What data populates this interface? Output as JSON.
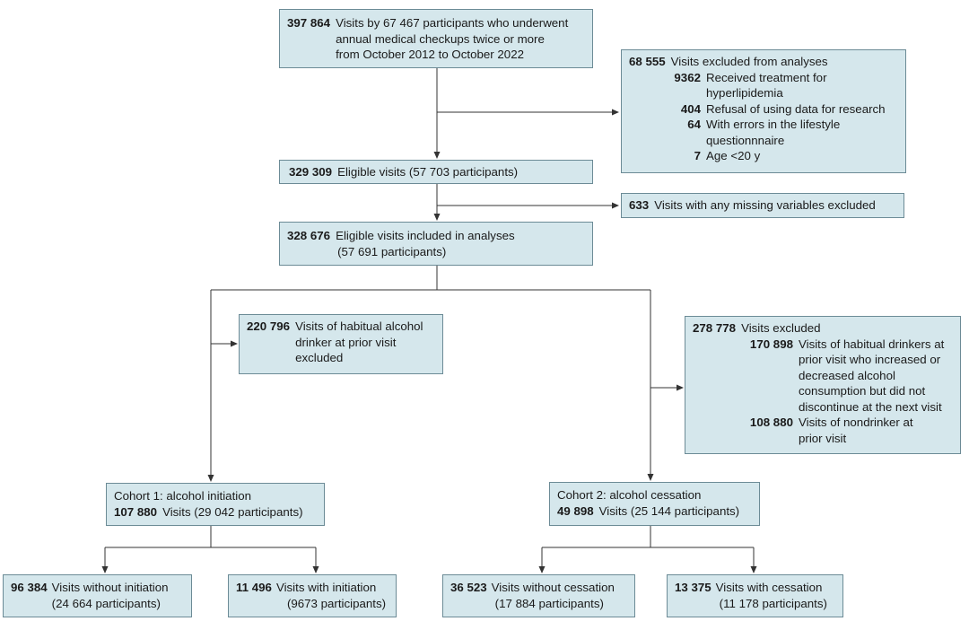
{
  "nodes": {
    "start": {
      "n": "397 864",
      "lines": [
        "Visits by 67 467 participants who underwent",
        "annual medical checkups twice or more",
        "from October 2012 to October 2022"
      ]
    },
    "excl1": {
      "n": "68 555",
      "t": "Visits excluded from analyses",
      "items": [
        {
          "n": "9362",
          "lines": [
            "Received treatment for",
            "hyperlipidemia"
          ]
        },
        {
          "n": "404",
          "lines": [
            "Refusal of using data for research"
          ]
        },
        {
          "n": "64",
          "lines": [
            "With errors in the lifestyle",
            "questionnnaire"
          ]
        },
        {
          "n": "7",
          "lines": [
            "Age <20 y"
          ]
        }
      ]
    },
    "eligible": {
      "n": "329 309",
      "t": "Eligible visits (57 703 participants)"
    },
    "missing": {
      "n": "633",
      "t": "Visits with any missing variables excluded"
    },
    "included": {
      "n": "328 676",
      "t": "Eligible visits included in analyses",
      "t2": "(57 691 participants)"
    },
    "habitual": {
      "n": "220 796",
      "lines": [
        "Visits of habitual alcohol",
        "drinker at prior visit",
        "excluded"
      ]
    },
    "excl2": {
      "n": "278 778",
      "t": "Visits excluded",
      "items": [
        {
          "n": "170 898",
          "lines": [
            "Visits of habitual drinkers at",
            "prior visit who increased or",
            "decreased alcohol",
            "consumption but did not",
            "discontinue at the next visit"
          ]
        },
        {
          "n": "108 880",
          "lines": [
            "Visits of nondrinker at",
            "prior visit"
          ]
        }
      ]
    },
    "cohort1": {
      "title": "Cohort 1: alcohol initiation",
      "n": "107 880",
      "t": "Visits (29 042 participants)"
    },
    "cohort2": {
      "title": "Cohort 2: alcohol cessation",
      "n": "49 898",
      "t": "Visits (25 144 participants)"
    },
    "c1a": {
      "n": "96 384",
      "t": "Visits without initiation",
      "t2": "(24 664 participants)"
    },
    "c1b": {
      "n": "11 496",
      "t": "Visits with initiation",
      "t2": "(9673 participants)"
    },
    "c2a": {
      "n": "36 523",
      "t": "Visits without cessation",
      "t2": "(17 884 participants)"
    },
    "c2b": {
      "n": "13 375",
      "t": "Visits with cessation",
      "t2": "(11 178 participants)"
    }
  }
}
